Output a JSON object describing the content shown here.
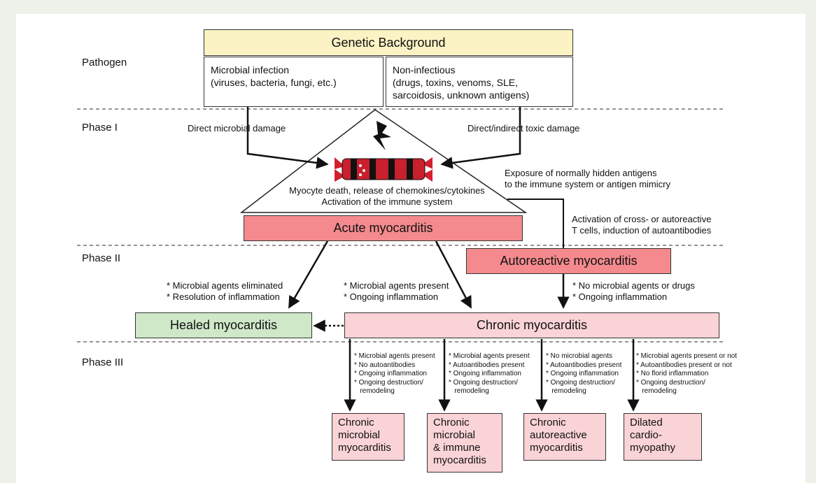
{
  "phases": {
    "pathogen": "Pathogen",
    "phase1": "Phase I",
    "phase2": "Phase II",
    "phase3": "Phase III"
  },
  "genetic_background": "Genetic Background",
  "microbial": {
    "title": "Microbial infection",
    "detail": "(viruses, bacteria, fungi, etc.)"
  },
  "noninfectious": {
    "title": "Non-infectious",
    "detail": "(drugs, toxins, venoms, SLE,\nsarcoidosis, unknown antigens)"
  },
  "direct_microbial_damage": "Direct microbial damage",
  "direct_toxic_damage": "Direct/indirect toxic damage",
  "triangle_text": "Myocyte death, release of chemokines/cytokines\nActivation of the immune system",
  "exposure_text": "Exposure of normally hidden antigens\nto the immune system or antigen mimicry",
  "activation_text": "Activation of cross- or autoreactive\nT cells, induction of autoantibodies",
  "acute": "Acute myocarditis",
  "autoreactive": "Autoreactive myocarditis",
  "eliminated_text": "* Microbial agents eliminated\n* Resolution of inflammation",
  "present_text": "* Microbial agents present\n* Ongoing inflammation",
  "no_agents_text": "* No microbial agents or drugs\n* Ongoing inflammation",
  "healed": "Healed myocarditis",
  "chronic": "Chronic myocarditis",
  "branches": [
    {
      "notes": "* Microbial agents present\n* No autoantibodies\n* Ongoing inflammation\n* Ongoing destruction/\n   remodeling",
      "outcome": "Chronic\nmicrobial\nmyocarditis"
    },
    {
      "notes": "* Microbial agents present\n* Autoantibodies present\n* Ongoing inflammation\n* Ongoing destruction/\n   remodeling",
      "outcome": "Chronic\nmicrobial\n& immune\nmyocarditis"
    },
    {
      "notes": "* No microbial agents\n* Autoantibodies present\n* Ongoing inflammation\n* Ongoing destruction/\n   remodeling",
      "outcome": "Chronic\nautoreactive\nmyocarditis"
    },
    {
      "notes": "* Microbial agents present or not\n* Autoantibodies present or not\n* No florid inflammation\n* Ongoing destruction/\n   remodeling",
      "outcome": "Dilated\ncardio-\nmyopathy"
    }
  ]
}
